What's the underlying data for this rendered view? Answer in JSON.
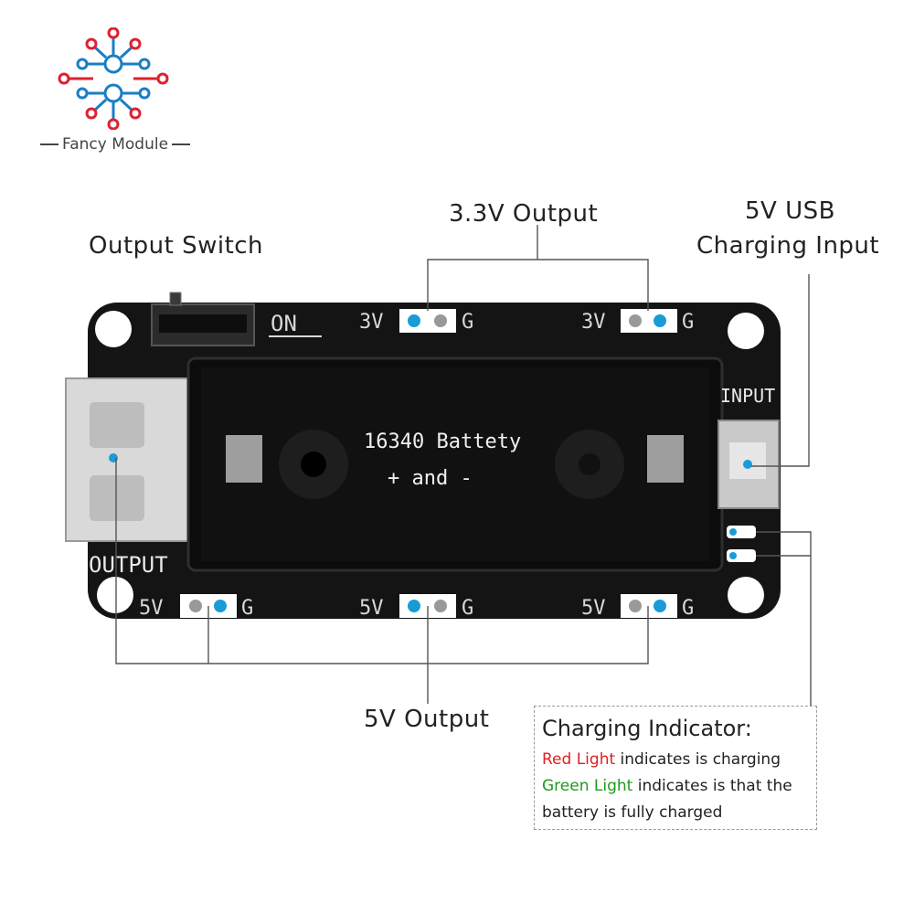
{
  "brand": {
    "name": "Fancy Module"
  },
  "labels": {
    "output_switch": "Output Switch",
    "v33_output": "3.3V Output",
    "usb_input_line1": "5V USB",
    "usb_input_line2": "Charging Input",
    "v5_output": "5V Output"
  },
  "board": {
    "silk_on": "ON",
    "silk_input": "INPUT",
    "silk_output": "OUTPUT",
    "battery_text_1": "16340 Battety",
    "battery_text_2": "+ and -",
    "pins_top_left_3v": "3V",
    "pins_top_left_g": "G",
    "pins_top_right_3v": "3V",
    "pins_top_right_g": "G",
    "pins_bottom_1_5v": "5V",
    "pins_bottom_1_g": "G",
    "pins_bottom_2_5v": "5V",
    "pins_bottom_2_g": "G",
    "pins_bottom_3_5v": "5V",
    "pins_bottom_3_g": "G"
  },
  "indicator": {
    "title": "Charging Indicator:",
    "red_label": "Red Light",
    "red_text": " indicates is charging",
    "green_label": "Green Light",
    "green_text": " indicates is that the",
    "green_text_2": "battery is fully charged"
  },
  "colors": {
    "board": "#141414",
    "accent_blue": "#1a9bd7",
    "red": "#e02020",
    "green": "#1f9a1f"
  }
}
